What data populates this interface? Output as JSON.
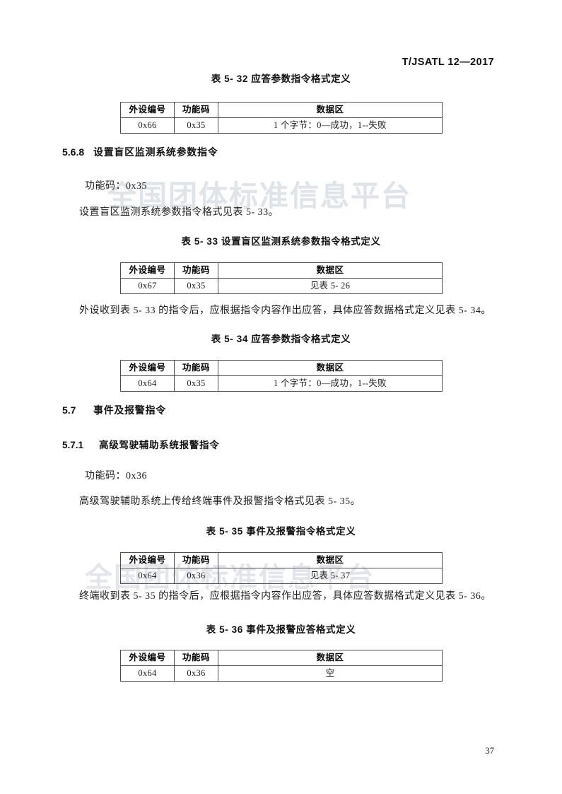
{
  "header": {
    "standard_id": "T/JSATL 12—2017"
  },
  "footer": {
    "page_number": "37"
  },
  "watermark": {
    "text": "全国团体标准信息平台"
  },
  "table_headers": {
    "device_no": "外设编号",
    "function_code": "功能码",
    "data_area": "数据区"
  },
  "blocks": {
    "caption_5_32": "表 5- 32 应答参数指令格式定义",
    "table_5_32": {
      "device_no": "0x66",
      "function_code": "0x35",
      "data_area": "1 个字节：0—成功，1--失败"
    },
    "heading_5_6_8": {
      "number": "5.6.8",
      "title": "设置盲区监测系统参数指令"
    },
    "para_func_0x35": "功能码：0x35",
    "para_format_5_33": "设置盲区监测系统参数指令格式见表 5- 33。",
    "caption_5_33": "表 5- 33 设置盲区监测系统参数指令格式定义",
    "table_5_33": {
      "device_no": "0x67",
      "function_code": "0x35",
      "data_area": "见表 5- 26"
    },
    "para_response_5_33": "外设收到表 5- 33 的指令后，应根据指令内容作出应答，具体应答数据格式定义见表 5- 34。",
    "caption_5_34": "表 5- 34 应答参数指令格式定义",
    "table_5_34": {
      "device_no": "0x64",
      "function_code": "0x35",
      "data_area": "1 个字节：0—成功，1--失败"
    },
    "heading_5_7": {
      "number": "5.7",
      "title": "事件及报警指令"
    },
    "heading_5_7_1": {
      "number": "5.7.1",
      "title": "高级驾驶辅助系统报警指令"
    },
    "para_func_0x36": "功能码：0x36",
    "para_format_5_35": "高级驾驶辅助系统上传给终端事件及报警指令格式见表 5- 35。",
    "caption_5_35": "表 5- 35 事件及报警指令格式定义",
    "table_5_35": {
      "device_no": "0x64",
      "function_code": "0x36",
      "data_area": "见表 5- 37"
    },
    "para_response_5_35": "终端收到表 5- 35 的指令后，应根据指令内容作出应答，具体应答数据格式定义见表 5- 36。",
    "caption_5_36": "表 5- 36 事件及报警应答格式定义",
    "table_5_36": {
      "device_no": "0x64",
      "function_code": "0x36",
      "data_area": "空"
    }
  }
}
